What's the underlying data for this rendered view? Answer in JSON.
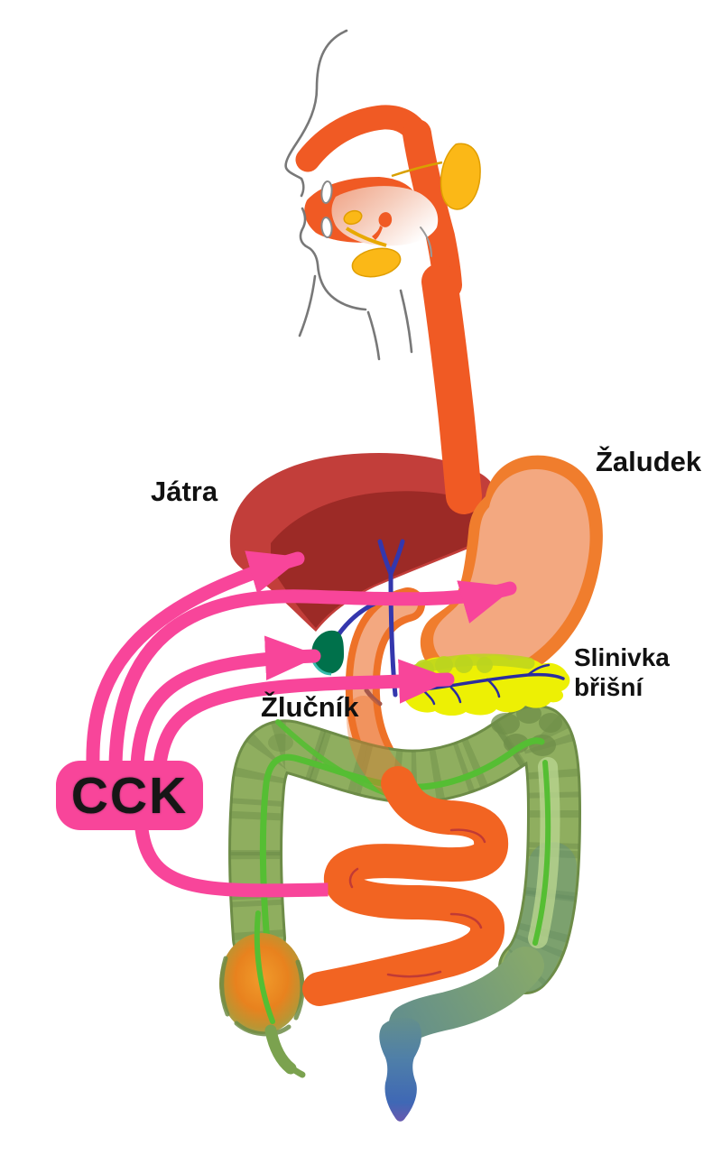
{
  "diagram": {
    "background": "#FFFFFF",
    "hormone": {
      "label": "CCK"
    },
    "labels": {
      "liver": "Játra",
      "stomach": "Žaludek",
      "gallbladder": "Žlučník",
      "pancreas": [
        "Slinivka",
        "břišní"
      ]
    },
    "arrows": {
      "source": "CCK",
      "targets": [
        "liver",
        "stomach",
        "gallbladder",
        "pancreas",
        "small_intestine"
      ]
    },
    "colors": {
      "arrow_pink": "#F8459A",
      "liver": "#C23E3A",
      "liver_shadow": "#9C2A26",
      "esophagus": "#F05A24",
      "stomach_outline": "#F07D2D",
      "stomach_inner": "#F3A880",
      "duodenum": "#EE7228",
      "small_intestine": "#F26422",
      "pancreas": "#EDF004",
      "pancreas_lobes": "#BCD51F",
      "pancreatic_duct": "#2B2D9F",
      "gallbladder": "#00714B",
      "gallbladder_rim": "#35BCAC",
      "bile_duct": "#3437AD",
      "colon": "#8FAE5F",
      "colon_shadow": "#6D8C47",
      "colon_line": "#55BE33",
      "cecum": "#E8821E",
      "rectum_blue": "#3F68B5",
      "salivary": "#FBB817",
      "tongue": "#EFA183",
      "head_outline": "#787878",
      "label_text": "#111111"
    }
  }
}
